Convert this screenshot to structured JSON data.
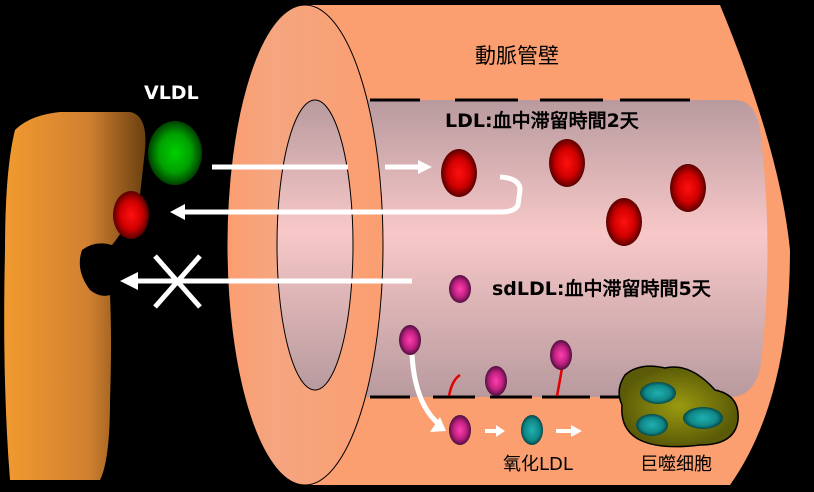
{
  "labels": {
    "wall": "動脈管壁",
    "vldl": "VLDL",
    "ldl": "LDL:血中滞留時間2天",
    "sdldl": "sdLDL:血中滞留時間5天",
    "oxldl": "氧化LDL",
    "macrophage": "巨噬细胞"
  },
  "colors": {
    "wall": "#fb9e70",
    "lumen": "#f6c3c3",
    "ldl": "#e00000",
    "vldl": "#00b000",
    "sdldl": "#d03090",
    "oxldl": "#108c8c",
    "macrophage": "#7a7a10",
    "liver": "#e8902a"
  }
}
